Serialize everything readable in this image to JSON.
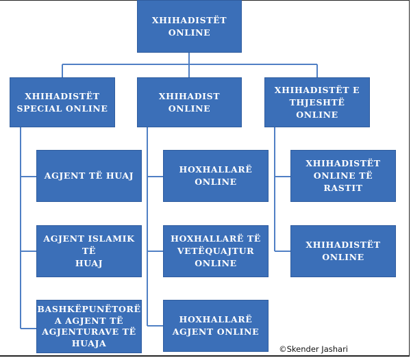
{
  "colors": {
    "box_fill": "#3b6fb8",
    "box_border": "#2f5c9e",
    "connector": "#4f7fc4",
    "text": "#ffffff"
  },
  "root": {
    "label": "XHIHADISTËT\nONLINE"
  },
  "branches": [
    {
      "label": "XHIHADISTËT\nSPECIAL ONLINE",
      "children": [
        "AGJENT TË HUAJ",
        "AGJENT ISLAMIK TË\nHUAJ",
        "BASHKËPUNËTORË\nA AGJENT TË\nAGJENTURAVE TË\nHUAJA"
      ]
    },
    {
      "label": "XHIHADIST ONLINE",
      "children": [
        "HOXHALLARË\nONLINE",
        "HOXHALLARË TË\nVETËQUAJTUR\nONLINE",
        "HOXHALLARË\nAGJENT ONLINE"
      ]
    },
    {
      "label": "XHIHADISTËT E\nTHJESHTË ONLINE",
      "children": [
        "XHIHADISTËT\nONLINE TË RASTIT",
        "XHIHADISTËT\nONLINE"
      ]
    }
  ],
  "credit": "©Skender Jashari"
}
